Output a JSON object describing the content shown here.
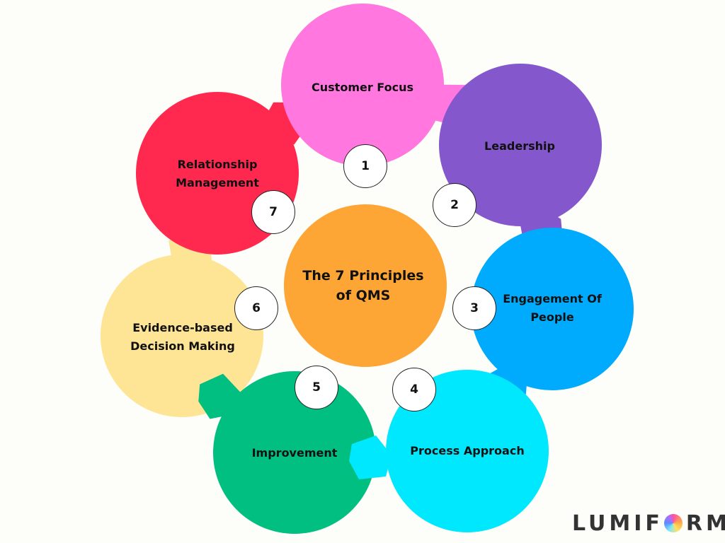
{
  "title": "The 7 Principles of QMS",
  "center": {
    "label": "The 7 Principles\nof QMS",
    "color": "#fda535"
  },
  "principles": [
    {
      "number": "1",
      "label": "Customer Focus",
      "color": "#ff77df"
    },
    {
      "number": "2",
      "label": "Leadership",
      "color": "#8557cd"
    },
    {
      "number": "3",
      "label": "Engagement Of\nPeople",
      "color": "#00aafc"
    },
    {
      "number": "4",
      "label": "Process Approach",
      "color": "#00e8fe"
    },
    {
      "number": "5",
      "label": "Improvement",
      "color": "#00bf80"
    },
    {
      "number": "6",
      "label": "Evidence-based\nDecision Making",
      "color": "#fee595"
    },
    {
      "number": "7",
      "label": "Relationship\nManagement",
      "color": "#ff2950"
    }
  ],
  "logo": {
    "text_before": "LUMIF",
    "text_after": "RM"
  }
}
